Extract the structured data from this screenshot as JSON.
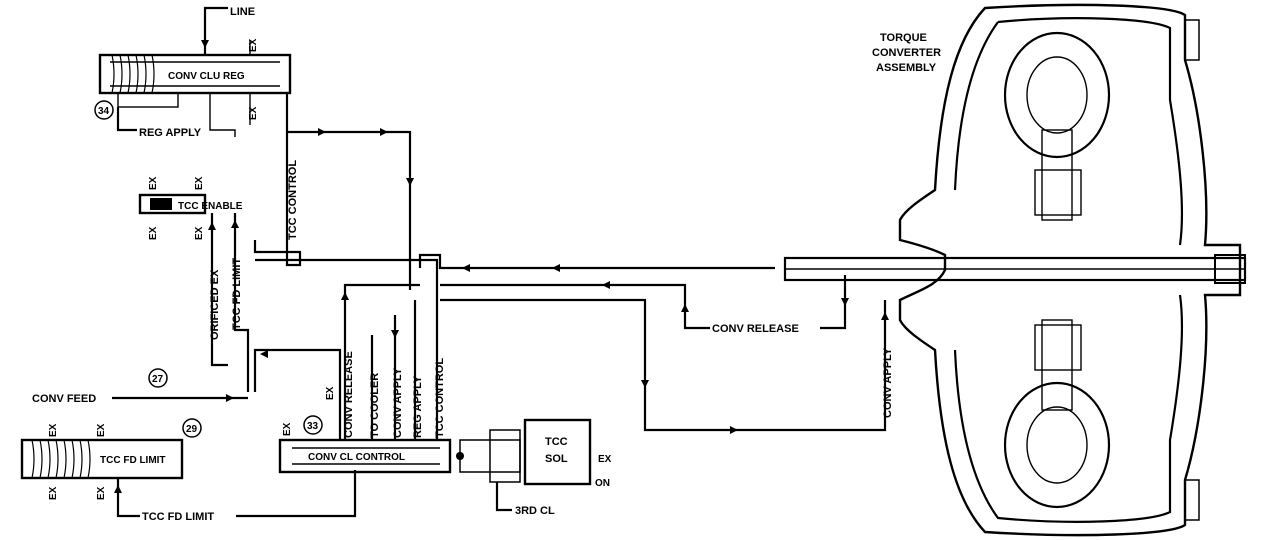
{
  "labels": {
    "line": "LINE",
    "ex": "EX",
    "conv_clu_reg": "CONV CLU REG",
    "reg_apply_top": "REG APPLY",
    "tcc_enable": "TCC ENABLE",
    "tcc_control_vert": "TCC CONTROL",
    "orificed_ex": "ORIFICED EX",
    "tcc_fd_limit_vert": "TCC FD LIMIT",
    "conv_release_vert": "CONV RELEASE",
    "to_cooler": "TO COOLER",
    "conv_apply_vert": "CONV APPLY",
    "reg_apply_vert": "REG APPLY",
    "tcc_control_vert2": "TCC CONTROL",
    "conv_release_horiz": "CONV RELEASE",
    "conv_apply_vert2": "CONV APPLY",
    "conv_feed": "CONV FEED",
    "tcc_fd_limit_valve": "TCC FD LIMIT",
    "tcc_fd_limit_bottom": "TCC FD LIMIT",
    "conv_cl_control": "CONV CL CONTROL",
    "tcc": "TCC",
    "sol": "SOL",
    "on": "ON",
    "third_cl": "3RD CL",
    "torque": "TORQUE",
    "converter": "CONVERTER",
    "assembly": "ASSEMBLY"
  },
  "callouts": {
    "c34": "34",
    "c27": "27",
    "c29": "29",
    "c33": "33"
  }
}
